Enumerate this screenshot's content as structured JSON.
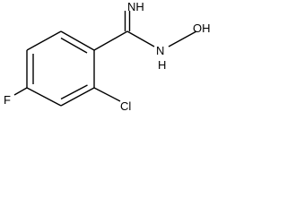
{
  "molecule": {
    "atoms": {
      "imine": "NH",
      "amine": "N",
      "hydroxyl": "OH",
      "amine_h": "H",
      "fluorine": "F",
      "chlorine": "Cl"
    }
  }
}
